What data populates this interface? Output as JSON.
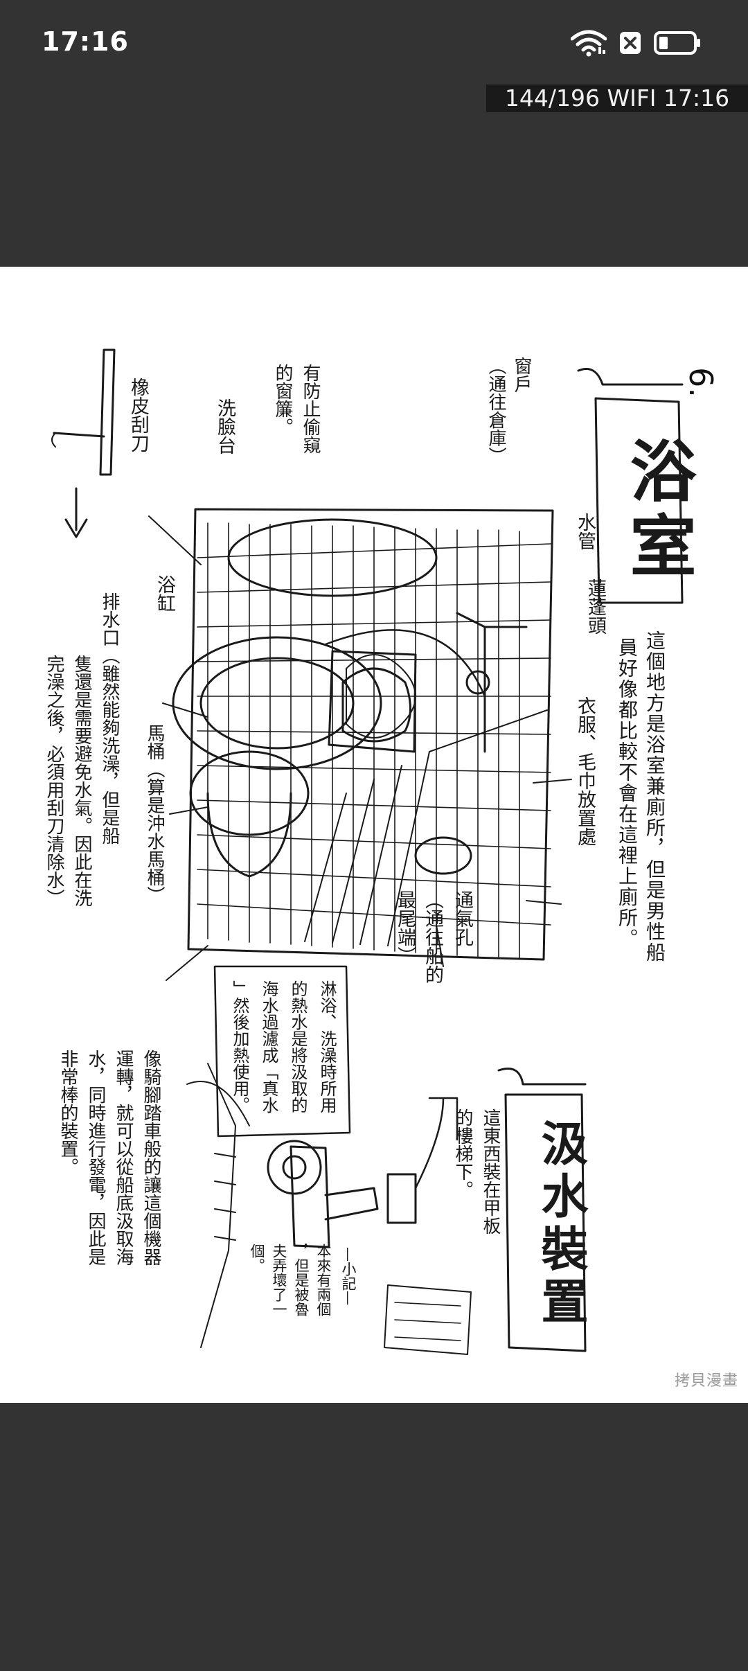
{
  "status_bar": {
    "time": "17:16",
    "icons": [
      "wifi-icon",
      "close-box-icon",
      "battery-icon"
    ]
  },
  "reader_info": "144/196  WIFI  17:16",
  "page": {
    "section_number": "6.",
    "bathroom": {
      "title": "浴室",
      "description_line1": "這個地方是浴室兼廁所，但是男性船",
      "description_line2": "員好像都比較不會在這裡上廁所。",
      "labels": {
        "water_pipe": "水管",
        "shower_head": "蓮蓬頭",
        "clothes_towel": "衣服、毛巾放置處",
        "vent_line1": "通氣孔",
        "vent_line2": "（通往船的",
        "vent_line3": "最尾端）",
        "window_line1": "窗戶",
        "window_line2": "（通往倉庫）",
        "curtain_line1": "有防止偷窺",
        "curtain_line2": "的窗簾。",
        "washbasin": "洗臉台",
        "squeegee": "橡皮刮刀",
        "bathtub": "浴缸",
        "toilet": "馬桶（算是沖水馬桶）",
        "drain_line1": "排水口（雖然能夠洗澡，但是船",
        "drain_line2": "隻還是需要避免水氣。因此在洗",
        "drain_line3": "完澡之後，必須用刮刀清除水）"
      },
      "note_line1": "淋浴、洗澡時所用",
      "note_line2": "的熱水是將汲取的",
      "note_line3": "海水過濾成「真水",
      "note_line4": "」然後加熱使用。"
    },
    "pump": {
      "title": "汲水裝置",
      "description_line1": "這東西裝在甲板",
      "description_line2": "的樓梯下。",
      "side_note_line1": "—小記—",
      "side_note_line2": "本來有兩個",
      "side_note_line3": "，但是被魯",
      "side_note_line4": "夫弄壞了一",
      "side_note_line5": "個。",
      "detail_line1": "像騎腳踏車般的讓這個機器",
      "detail_line2": "運轉，就可以從船底汲取海",
      "detail_line3": "水，同時進行發電，因此是",
      "detail_line4": "非常棒的裝置。"
    },
    "watermark": "拷貝漫畫"
  }
}
